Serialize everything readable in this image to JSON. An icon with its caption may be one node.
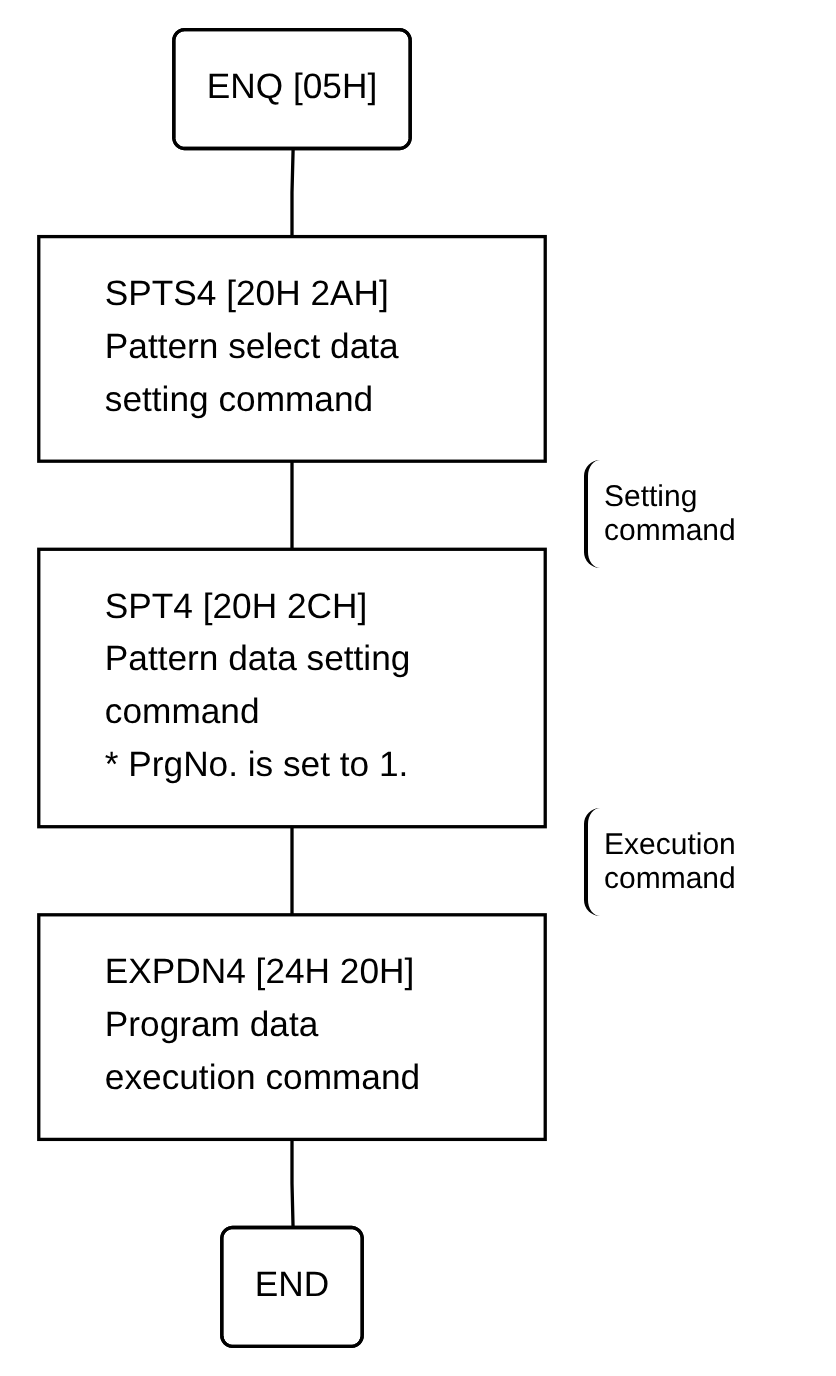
{
  "diagram": {
    "nodes": [
      {
        "text": [
          "ENQ [05H]"
        ]
      },
      {
        "text": [
          "SPTS4 [20H 2AH]",
          "Pattern select data setting command"
        ]
      },
      {
        "text": [
          "SPT4 [20H 2CH]",
          "Pattern data setting command",
          "* PrgNo. is set to 1."
        ]
      },
      {
        "text": [
          "EXPDN4 [24H 20H]",
          "Program data execution command"
        ]
      },
      {
        "text": [
          "END"
        ]
      }
    ],
    "edges": [
      {
        "from": 0,
        "to": 1,
        "arrow": "none"
      },
      {
        "from": 1,
        "to": 2,
        "arrow": "none"
      },
      {
        "from": 2,
        "to": 3,
        "arrow": "none"
      },
      {
        "from": 3,
        "to": 4,
        "arrow": "none"
      }
    ],
    "labels": [
      "Setting command",
      "Execution command"
    ]
  }
}
